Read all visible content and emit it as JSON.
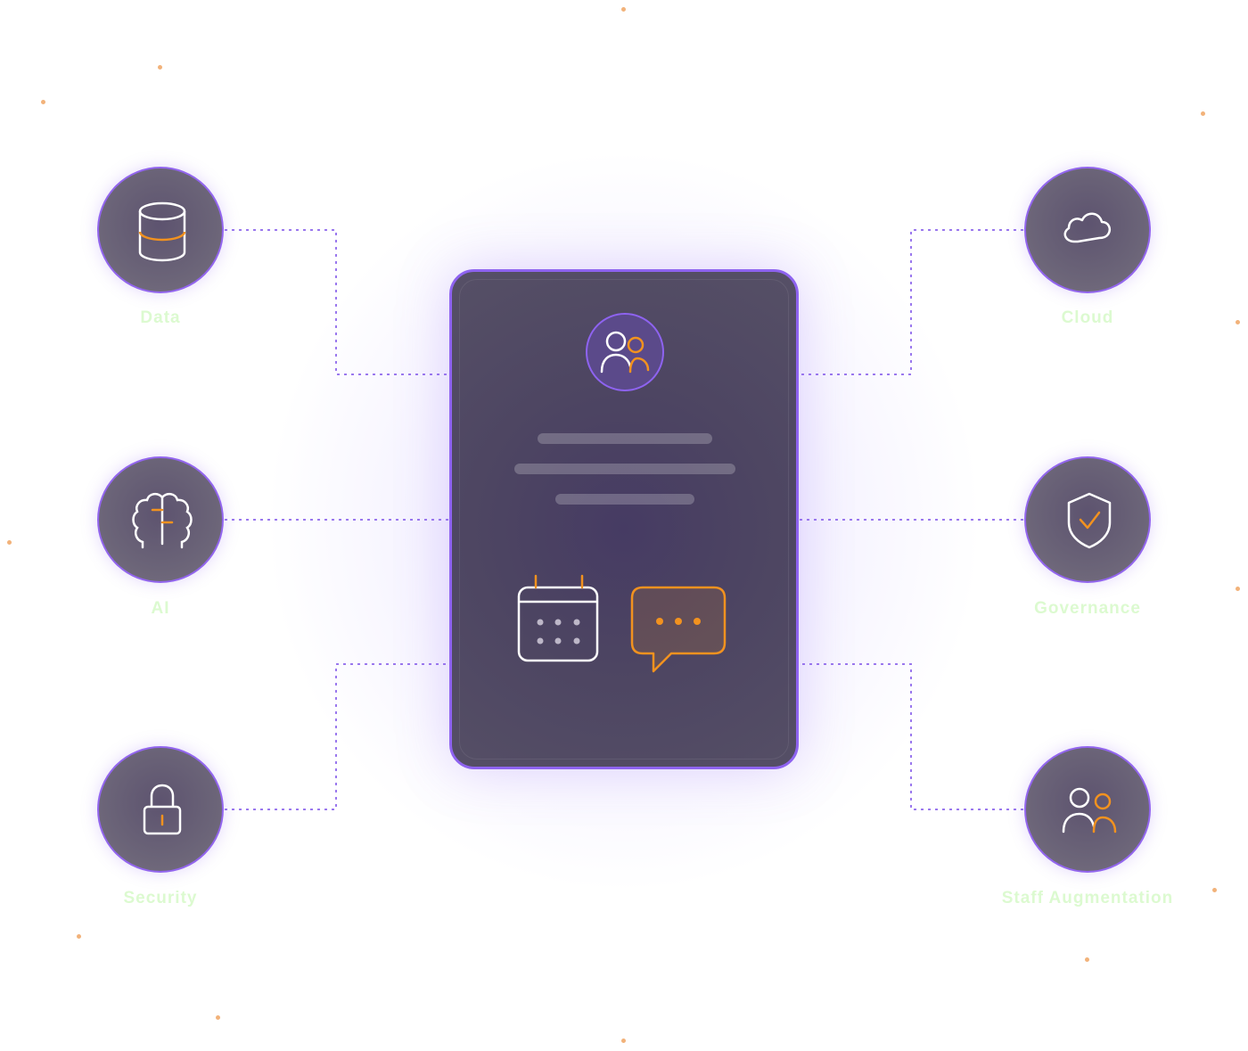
{
  "colors": {
    "accent_purple": "#8e63f0",
    "accent_orange": "#f2921f",
    "node_fill": "#6b6478",
    "label_color": "#dcfad0"
  },
  "card": {
    "top_icon": "team-icon",
    "bottom_icons": [
      "calendar-icon",
      "chat-bubble-icon"
    ]
  },
  "nodes": [
    {
      "label": "Data",
      "icon": "database-icon"
    },
    {
      "label": "AI",
      "icon": "brain-icon"
    },
    {
      "label": "Security",
      "icon": "lock-icon"
    },
    {
      "label": "Cloud",
      "icon": "cloud-icon"
    },
    {
      "label": "Governance",
      "icon": "shield-check-icon"
    },
    {
      "label": "Staff Augmentation",
      "icon": "team-icon"
    }
  ]
}
